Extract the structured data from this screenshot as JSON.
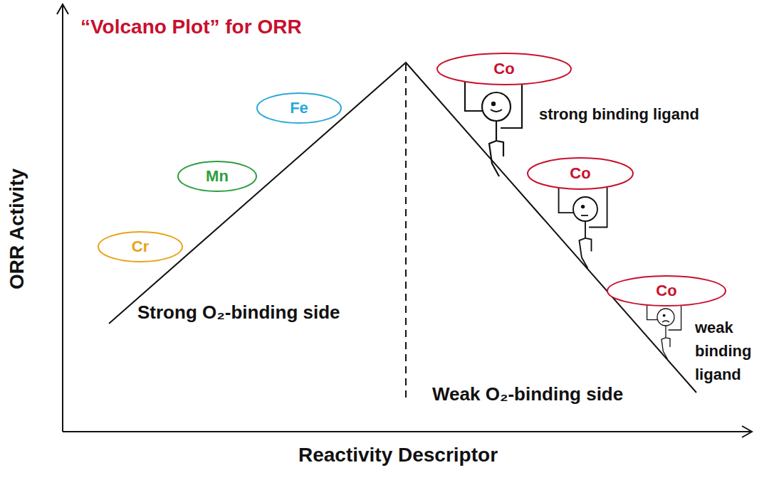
{
  "diagram": {
    "title": "“Volcano Plot” for ORR",
    "nodes": [
      {
        "text": [
          "Cr"
        ]
      },
      {
        "text": [
          "Mn"
        ]
      },
      {
        "text": [
          "Fe"
        ]
      },
      {
        "text": [
          "Co"
        ]
      },
      {
        "text": [
          "Co"
        ]
      },
      {
        "text": [
          "Co"
        ]
      }
    ],
    "labels": [
      "ORR Activity",
      "Reactivity Descriptor",
      "Strong O₂-binding side",
      "Weak O₂-binding side",
      "strong binding ligand",
      "weak binding ligand"
    ]
  }
}
